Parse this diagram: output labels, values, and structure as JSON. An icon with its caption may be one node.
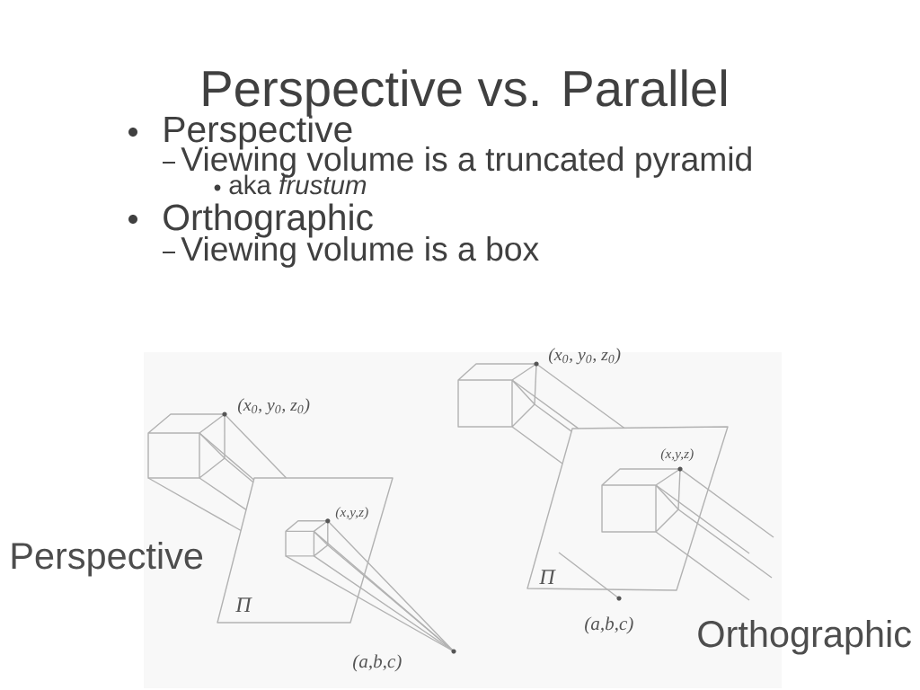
{
  "diagram": {
    "title": "Perspective vs. Parallel",
    "nodes": [
      {
        "text": [
          "Π"
        ]
      },
      {
        "text": [
          "Π"
        ]
      }
    ],
    "labels": [
      "Perspective",
      "Viewing volume is a truncated pyramid",
      "aka *frustum*",
      "Orthographic",
      "Viewing volume is a box",
      "(x$_{0}$, y$_{0}$, z$_{0}$)",
      "(x,y,z)",
      "Perspective",
      "(a,b,c)",
      "(x$_{0}$, y$_{0}$, z$_{0}$)",
      "(x,y,z)",
      "(a,b,c)",
      "Orthographic"
    ]
  }
}
